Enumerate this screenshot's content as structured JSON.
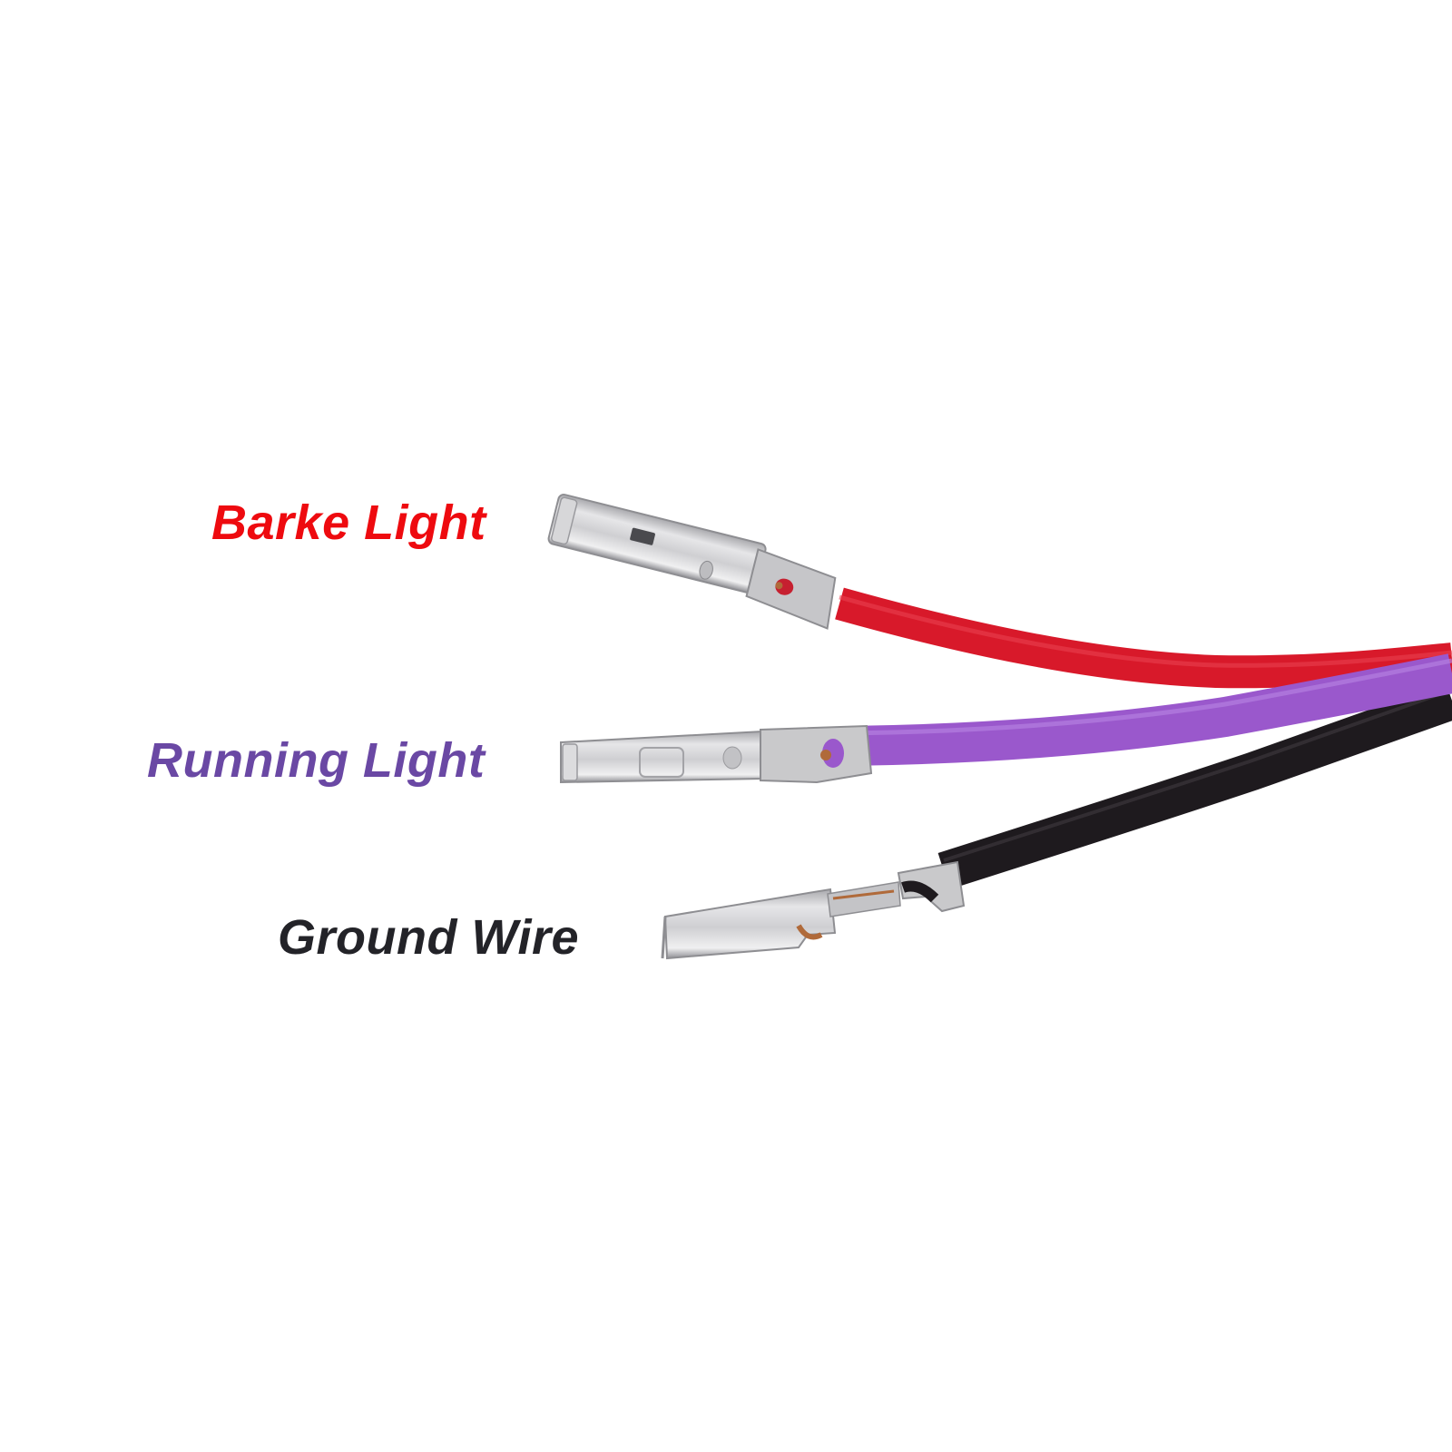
{
  "labels": {
    "brake": {
      "text": "Barke Light",
      "color": "#ee0a0f"
    },
    "running": {
      "text": "Running Light",
      "color": "#6a48a4"
    },
    "ground": {
      "text": "Ground Wire",
      "color": "#232328"
    }
  },
  "wires": {
    "red": {
      "color": "#d8192a"
    },
    "purple": {
      "color": "#9a58cc"
    },
    "black": {
      "color": "#1e1a1e"
    }
  },
  "colors": {
    "background": "#ffffff",
    "terminal_metal": "#c9c9cb",
    "terminal_highlight": "#ececee",
    "terminal_shadow": "#8e8e92",
    "copper": "#b06a3a"
  }
}
